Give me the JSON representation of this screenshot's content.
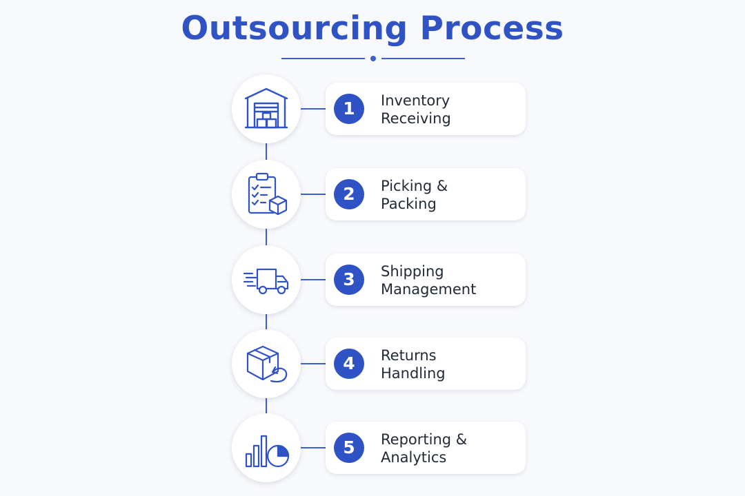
{
  "title": "Outsourcing Process",
  "colors": {
    "accent": "#2f52c4",
    "line": "#3b5fd0",
    "text": "#1f2937",
    "background": "#f8f9fc"
  },
  "steps": [
    {
      "number": "1",
      "line1": "Inventory",
      "line2": "Receiving",
      "icon": "warehouse-icon"
    },
    {
      "number": "2",
      "line1": "Picking &",
      "line2": "Packing",
      "icon": "clipboard-box-icon"
    },
    {
      "number": "3",
      "line1": "Shipping",
      "line2": "Management",
      "icon": "delivery-truck-icon"
    },
    {
      "number": "4",
      "line1": "Returns",
      "line2": "Handling",
      "icon": "box-return-icon"
    },
    {
      "number": "5",
      "line1": "Reporting &",
      "line2": "Analytics",
      "icon": "analytics-chart-icon"
    }
  ]
}
